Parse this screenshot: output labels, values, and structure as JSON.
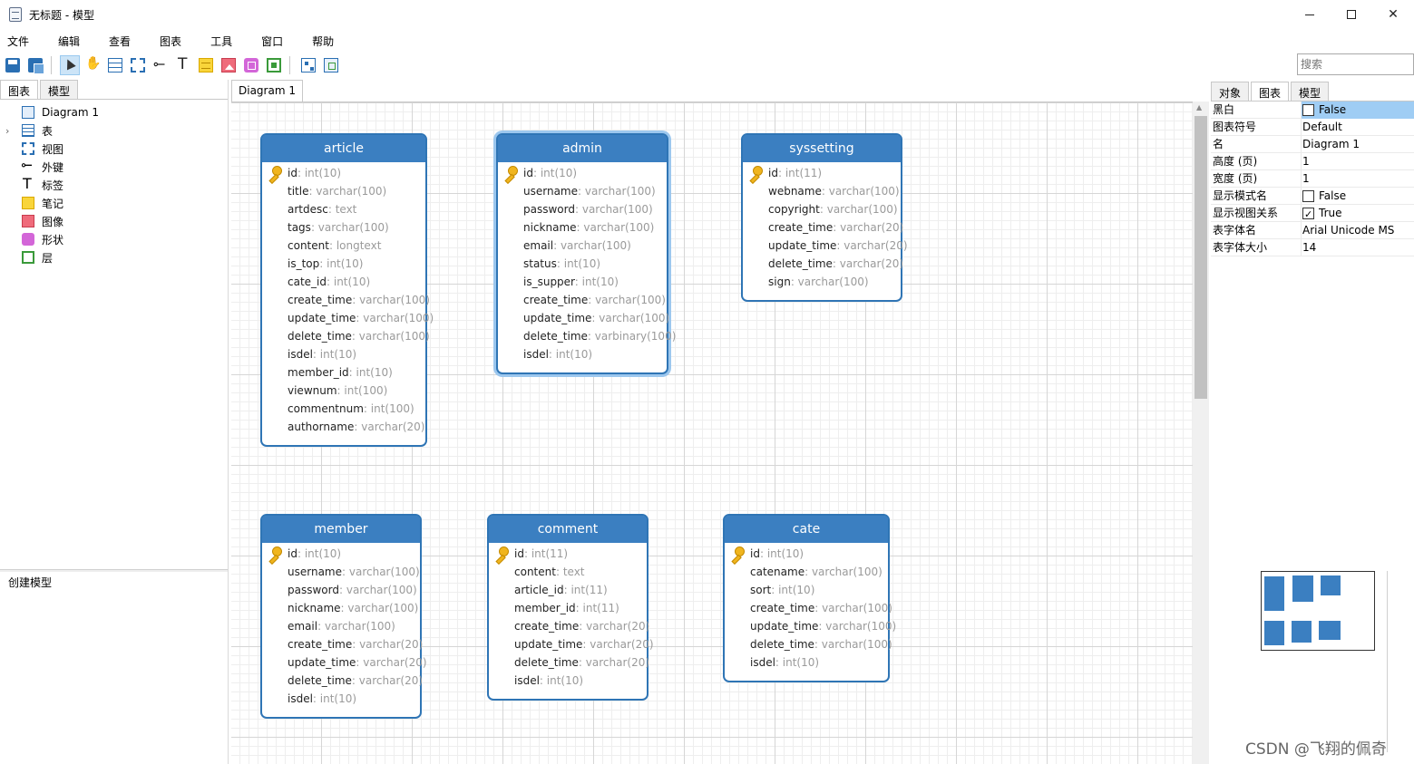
{
  "window": {
    "title": "无标题 - 模型"
  },
  "menu": [
    "文件",
    "编辑",
    "查看",
    "图表",
    "工具",
    "窗口",
    "帮助"
  ],
  "search": {
    "placeholder": "搜索"
  },
  "left_panel": {
    "tabs": [
      "图表",
      "模型"
    ],
    "tree": [
      {
        "label": "Diagram 1",
        "icon": "diagram-icon"
      },
      {
        "label": "表",
        "icon": "table-icon",
        "expandable": true
      },
      {
        "label": "视图",
        "icon": "view-icon"
      },
      {
        "label": "外键",
        "icon": "foreign-key-icon"
      },
      {
        "label": "标签",
        "icon": "label-icon"
      },
      {
        "label": "笔记",
        "icon": "note-icon"
      },
      {
        "label": "图像",
        "icon": "image-icon"
      },
      {
        "label": "形状",
        "icon": "shape-icon"
      },
      {
        "label": "层",
        "icon": "layer-icon"
      }
    ],
    "footer": "创建模型"
  },
  "canvas": {
    "tab": "Diagram 1"
  },
  "entities": [
    {
      "name": "article",
      "fields": [
        {
          "name": "id",
          "type": "int(10)",
          "pk": true
        },
        {
          "name": "title",
          "type": "varchar(100)"
        },
        {
          "name": "artdesc",
          "type": "text"
        },
        {
          "name": "tags",
          "type": "varchar(100)"
        },
        {
          "name": "content",
          "type": "longtext"
        },
        {
          "name": "is_top",
          "type": "int(10)"
        },
        {
          "name": "cate_id",
          "type": "int(10)"
        },
        {
          "name": "create_time",
          "type": "varchar(100)"
        },
        {
          "name": "update_time",
          "type": "varchar(100)"
        },
        {
          "name": "delete_time",
          "type": "varchar(100)"
        },
        {
          "name": "isdel",
          "type": "int(10)"
        },
        {
          "name": "member_id",
          "type": "int(10)"
        },
        {
          "name": "viewnum",
          "type": "int(100)"
        },
        {
          "name": "commentnum",
          "type": "int(100)"
        },
        {
          "name": "authorname",
          "type": "varchar(20)"
        }
      ]
    },
    {
      "name": "admin",
      "selected": true,
      "fields": [
        {
          "name": "id",
          "type": "int(10)",
          "pk": true
        },
        {
          "name": "username",
          "type": "varchar(100)"
        },
        {
          "name": "password",
          "type": "varchar(100)"
        },
        {
          "name": "nickname",
          "type": "varchar(100)"
        },
        {
          "name": "email",
          "type": "varchar(100)"
        },
        {
          "name": "status",
          "type": "int(10)"
        },
        {
          "name": "is_supper",
          "type": "int(10)"
        },
        {
          "name": "create_time",
          "type": "varchar(100)"
        },
        {
          "name": "update_time",
          "type": "varchar(100)"
        },
        {
          "name": "delete_time",
          "type": "varbinary(100)"
        },
        {
          "name": "isdel",
          "type": "int(10)"
        }
      ]
    },
    {
      "name": "syssetting",
      "fields": [
        {
          "name": "id",
          "type": "int(11)",
          "pk": true
        },
        {
          "name": "webname",
          "type": "varchar(100)"
        },
        {
          "name": "copyright",
          "type": "varchar(100)"
        },
        {
          "name": "create_time",
          "type": "varchar(20)"
        },
        {
          "name": "update_time",
          "type": "varchar(20)"
        },
        {
          "name": "delete_time",
          "type": "varchar(20)"
        },
        {
          "name": "sign",
          "type": "varchar(100)"
        }
      ]
    },
    {
      "name": "member",
      "fields": [
        {
          "name": "id",
          "type": "int(10)",
          "pk": true
        },
        {
          "name": "username",
          "type": "varchar(100)"
        },
        {
          "name": "password",
          "type": "varchar(100)"
        },
        {
          "name": "nickname",
          "type": "varchar(100)"
        },
        {
          "name": "email",
          "type": "varchar(100)"
        },
        {
          "name": "create_time",
          "type": "varchar(20)"
        },
        {
          "name": "update_time",
          "type": "varchar(20)"
        },
        {
          "name": "delete_time",
          "type": "varchar(20)"
        },
        {
          "name": "isdel",
          "type": "int(10)"
        }
      ]
    },
    {
      "name": "comment",
      "fields": [
        {
          "name": "id",
          "type": "int(11)",
          "pk": true
        },
        {
          "name": "content",
          "type": "text"
        },
        {
          "name": "article_id",
          "type": "int(11)"
        },
        {
          "name": "member_id",
          "type": "int(11)"
        },
        {
          "name": "create_time",
          "type": "varchar(20)"
        },
        {
          "name": "update_time",
          "type": "varchar(20)"
        },
        {
          "name": "delete_time",
          "type": "varchar(20)"
        },
        {
          "name": "isdel",
          "type": "int(10)"
        }
      ]
    },
    {
      "name": "cate",
      "fields": [
        {
          "name": "id",
          "type": "int(10)",
          "pk": true
        },
        {
          "name": "catename",
          "type": "varchar(100)"
        },
        {
          "name": "sort",
          "type": "int(10)"
        },
        {
          "name": "create_time",
          "type": "varchar(100)"
        },
        {
          "name": "update_time",
          "type": "varchar(100)"
        },
        {
          "name": "delete_time",
          "type": "varchar(100)"
        },
        {
          "name": "isdel",
          "type": "int(10)"
        }
      ]
    }
  ],
  "right_panel": {
    "tabs": [
      "对象",
      "图表",
      "模型"
    ],
    "properties": [
      {
        "name": "黑白",
        "value": "False",
        "checkbox": true,
        "checked": false,
        "highlight": true
      },
      {
        "name": "图表符号",
        "value": "Default"
      },
      {
        "name": "名",
        "value": "Diagram 1"
      },
      {
        "name": "高度 (页)",
        "value": "1"
      },
      {
        "name": "宽度 (页)",
        "value": "1"
      },
      {
        "name": "显示模式名",
        "value": "False",
        "checkbox": true,
        "checked": false
      },
      {
        "name": "显示视图关系",
        "value": "True",
        "checkbox": true,
        "checked": true
      },
      {
        "name": "表字体名",
        "value": "Arial Unicode MS"
      },
      {
        "name": "表字体大小",
        "value": "14"
      }
    ]
  },
  "watermark": "CSDN @飞翔的佩奇",
  "colors": {
    "entity_header": "#3b7fc1",
    "entity_border": "#2f75b5",
    "selection": "#9fcdf4"
  }
}
